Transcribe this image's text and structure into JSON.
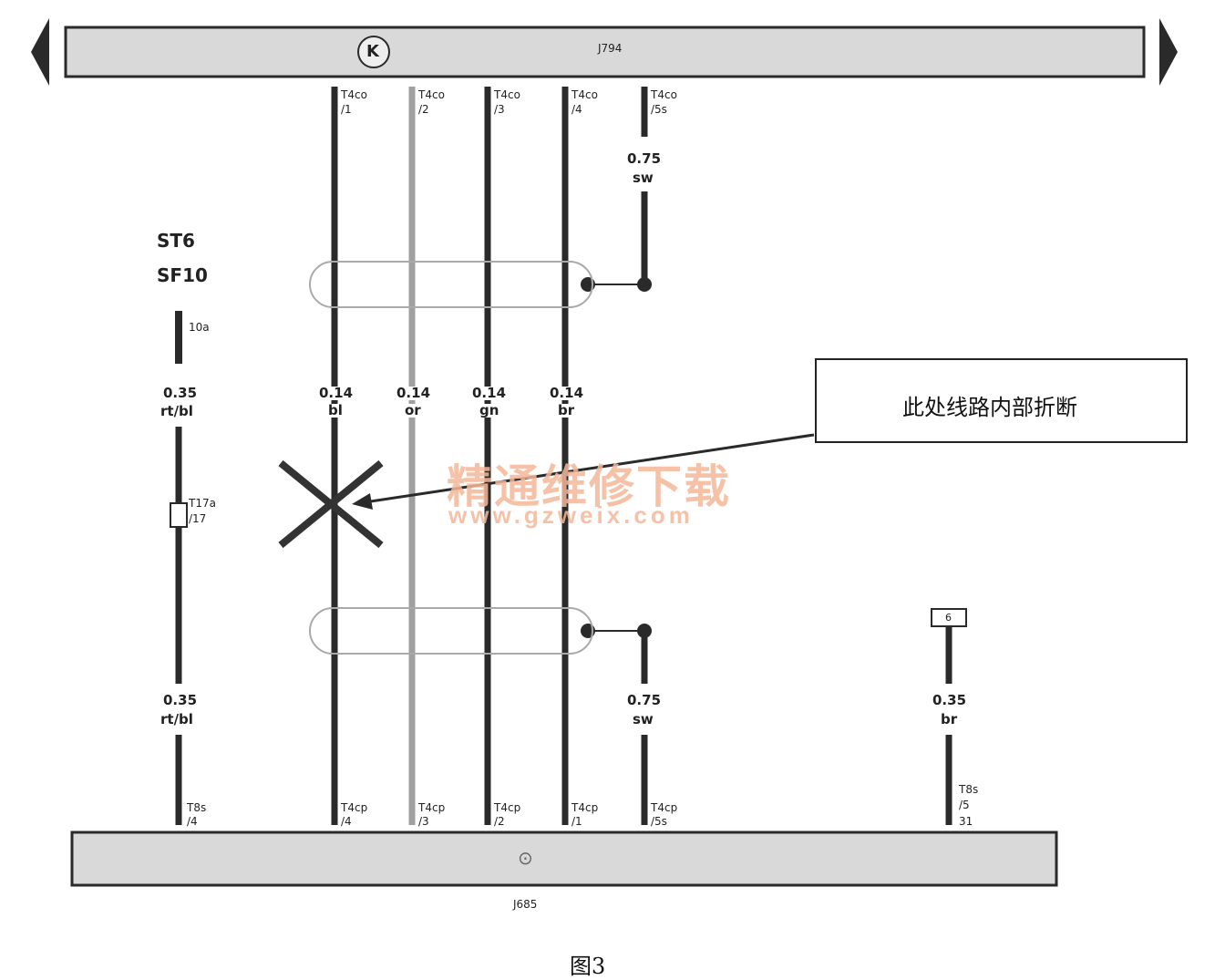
{
  "colors": {
    "bar_fill": "#d9d9d9",
    "wire_dark": "#2a2a2a",
    "wire_light": "#a0a0a0",
    "watermark": "#f4b89a"
  },
  "top_module": {
    "name": "J794",
    "symbol": "K"
  },
  "bottom_module": {
    "name": "J685",
    "symbol": "⊙"
  },
  "fuse": {
    "labels": [
      "ST6",
      "SF10"
    ],
    "pin": "10a"
  },
  "left_wire": {
    "size_top": "0.35",
    "color_top": "rt/bl",
    "connector": "T17a",
    "connector_pin": "/17",
    "size_bottom": "0.35",
    "color_bottom": "rt/bl",
    "bottom_conn": "T8s",
    "bottom_pin": "/4"
  },
  "top_connectors": [
    {
      "conn": "T4co",
      "pin": "/1"
    },
    {
      "conn": "T4co",
      "pin": "/2"
    },
    {
      "conn": "T4co",
      "pin": "/3"
    },
    {
      "conn": "T4co",
      "pin": "/4"
    },
    {
      "conn": "T4co",
      "pin": "/5s"
    }
  ],
  "bus_wires": [
    {
      "size": "0.14",
      "color": "bl"
    },
    {
      "size": "0.14",
      "color": "or"
    },
    {
      "size": "0.14",
      "color": "gn"
    },
    {
      "size": "0.14",
      "color": "br"
    }
  ],
  "shield_wire": {
    "size_top": "0.75",
    "color_top": "sw",
    "size_bottom": "0.75",
    "color_bottom": "sw"
  },
  "bottom_connectors": [
    {
      "conn": "T4cp",
      "pin": "/4"
    },
    {
      "conn": "T4cp",
      "pin": "/3"
    },
    {
      "conn": "T4cp",
      "pin": "/2"
    },
    {
      "conn": "T4cp",
      "pin": "/1"
    },
    {
      "conn": "T4cp",
      "pin": "/5s"
    }
  ],
  "ground_wire": {
    "ground_label": "6",
    "size": "0.35",
    "color": "br",
    "conn": "T8s",
    "pin": "/5",
    "pin2": "31"
  },
  "callout_text": "此处线路内部折断",
  "watermark": {
    "line1": "精通维修下载",
    "line2": "www.gzweix.com"
  },
  "caption": "图3"
}
